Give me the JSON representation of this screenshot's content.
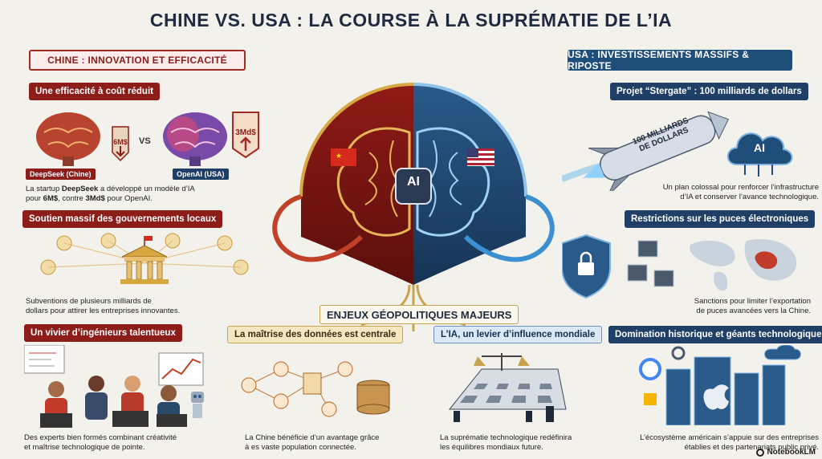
{
  "title": "CHINE VS. USA : LA COURSE À LA SUPRÉMATIE DE L’IA",
  "china": {
    "header": "CHINE : INNOVATION ET EFFICACITÉ",
    "cost": {
      "label": "Une efficacité à coût réduit",
      "deepseek": "DeepSeek (Chine)",
      "openai": "OpenAI (USA)",
      "vs": "VS",
      "tag_small": "6M$",
      "tag_big": "3Md$",
      "desc_1": "La startup ",
      "desc_bold_1": "DeepSeek",
      "desc_2": " a développé un modèle d’IA",
      "desc_3": "pour ",
      "desc_bold_2": "6M$",
      "desc_4": ", contre ",
      "desc_bold_3": "3Md$",
      "desc_5": " pour OpenAI."
    },
    "gov": {
      "label": "Soutien massif des gouvernements locaux",
      "desc_1": "Subventions de plusieurs milliards de",
      "desc_2": "dollars pour attirer les entreprises innovantes."
    },
    "talent": {
      "label": "Un vivier d’ingénieurs talentueux",
      "desc_1": "Des experts bien formés combinant créativité",
      "desc_2": "et maîtrise technologique de pointe."
    }
  },
  "usa": {
    "header": "USA : INVESTISSEMENTS MASSIFS & RIPOSTE",
    "stargate": {
      "label": "Projet “Stergate” : 100 milliards de dollars",
      "rocket_1": "100 MILLIARDS",
      "rocket_2": "DE DOLLARS",
      "cloud": "AI",
      "desc_1": "Un plan colossal pour renforcer l’infrastructure",
      "desc_2": "d’IA et conserver l’avance technologique."
    },
    "chips": {
      "label": "Restrictions sur les puces électroniques",
      "desc_1": "Sanctions pour limiter l’exportation",
      "desc_2": "de puces avancées vers la Chine."
    },
    "giants": {
      "label": "Domination historique et géants technologiques",
      "desc_1": "L’écosystème américain s’appuie sur des entreprises",
      "desc_2": "établies et des partenariats public privé."
    }
  },
  "center": {
    "brain_label": "AI",
    "enjeux": "ENJEUX GÉOPOLITIQUES MAJEURS",
    "data": {
      "label": "La maîtrise des données est centrale",
      "desc_1": "La Chine bénéficie d’un avantage grâce",
      "desc_2": "à es vaste population connectée."
    },
    "influence": {
      "label": "L’IA, un levier d’influence mondiale",
      "desc_1": "La suprématie technologique redéfinira",
      "desc_2": "les équilibres mondiaux future."
    }
  },
  "footer": "NotebookLM",
  "colors": {
    "china_red": "#8c1d18",
    "usa_blue": "#1f3f66",
    "gold": "#c9a44e"
  }
}
